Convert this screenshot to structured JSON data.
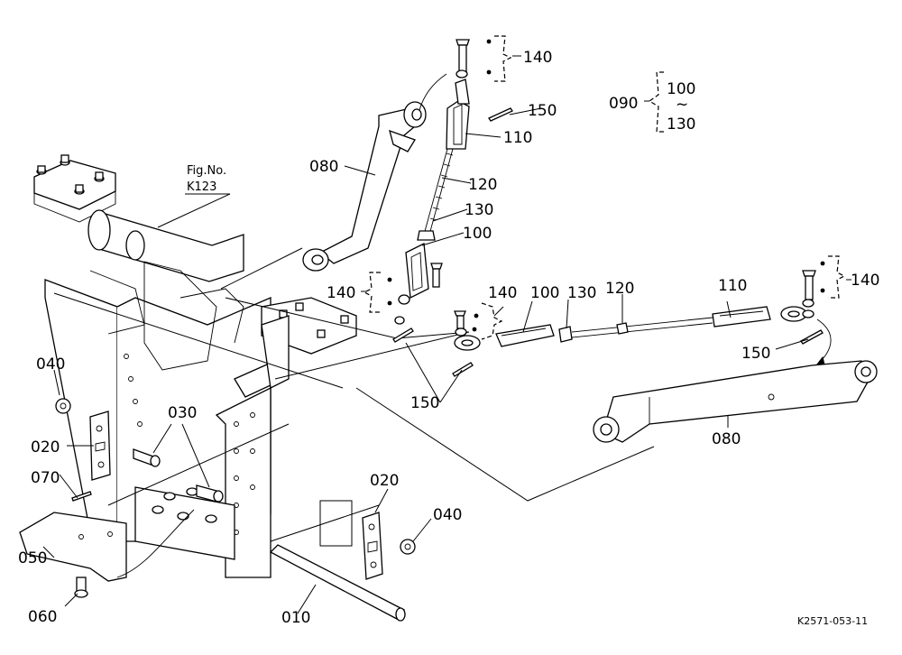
{
  "figure_ref": {
    "line1": "Fig.No.",
    "line2": "K123"
  },
  "diagram_code": "K2571-053-11",
  "assembly": {
    "number": "090",
    "range_top": "100",
    "range_tilde": "~",
    "range_bottom": "130"
  },
  "parts": {
    "p010": "010",
    "p020_left": "020",
    "p020_right": "020",
    "p030": "030",
    "p040_left": "040",
    "p040_right": "040",
    "p050": "050",
    "p060": "060",
    "p070": "070",
    "p080_top": "080",
    "p080_right": "080",
    "p100_top": "100",
    "p100_mid": "100",
    "p110_top": "110",
    "p110_right": "110",
    "p120_top": "120",
    "p120_mid": "120",
    "p130_top": "130",
    "p130_mid": "130",
    "p140_top": "140",
    "p140_left": "140",
    "p140_mid": "140",
    "p140_right": "140",
    "p150_top": "150",
    "p150_bottom": "150",
    "p150_right": "150"
  }
}
